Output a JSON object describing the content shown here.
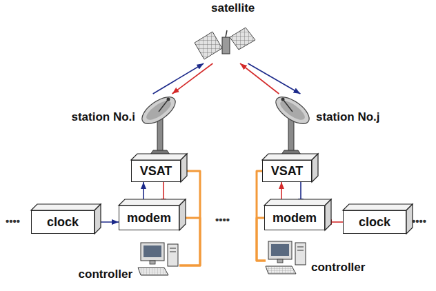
{
  "diagram": {
    "nodes": [
      {
        "text": [
          "satellite"
        ]
      },
      {
        "text": [
          "station No.i"
        ]
      },
      {
        "text": [
          "VSAT"
        ]
      },
      {
        "text": [
          "modem"
        ]
      },
      {
        "text": [
          "clock"
        ]
      },
      {
        "text": [
          "controller"
        ]
      },
      {
        "text": [
          "station No.j"
        ]
      },
      {
        "text": [
          "VSAT"
        ]
      },
      {
        "text": [
          "modem"
        ]
      },
      {
        "text": [
          "clock"
        ]
      },
      {
        "text": [
          "controller"
        ]
      }
    ],
    "edges": [
      {
        "from": 1,
        "to": 0,
        "arrow": "to"
      },
      {
        "from": 0,
        "to": 1,
        "arrow": "to"
      },
      {
        "from": 6,
        "to": 0,
        "arrow": "to"
      },
      {
        "from": 0,
        "to": 6,
        "arrow": "to"
      },
      {
        "from": 3,
        "to": 2,
        "arrow": "to"
      },
      {
        "from": 2,
        "to": 3,
        "arrow": "to"
      },
      {
        "from": 4,
        "to": 3,
        "arrow": "to"
      },
      {
        "from": 5,
        "to": 2,
        "arrow": "none"
      },
      {
        "from": 5,
        "to": 3,
        "arrow": "none"
      },
      {
        "from": 8,
        "to": 7,
        "arrow": "to"
      },
      {
        "from": 7,
        "to": 8,
        "arrow": "to"
      },
      {
        "from": 9,
        "to": 8,
        "arrow": "to"
      },
      {
        "from": 10,
        "to": 7,
        "arrow": "none"
      },
      {
        "from": 10,
        "to": 8,
        "arrow": "none"
      }
    ],
    "labels": [
      "••••",
      "••••",
      "••••"
    ]
  }
}
